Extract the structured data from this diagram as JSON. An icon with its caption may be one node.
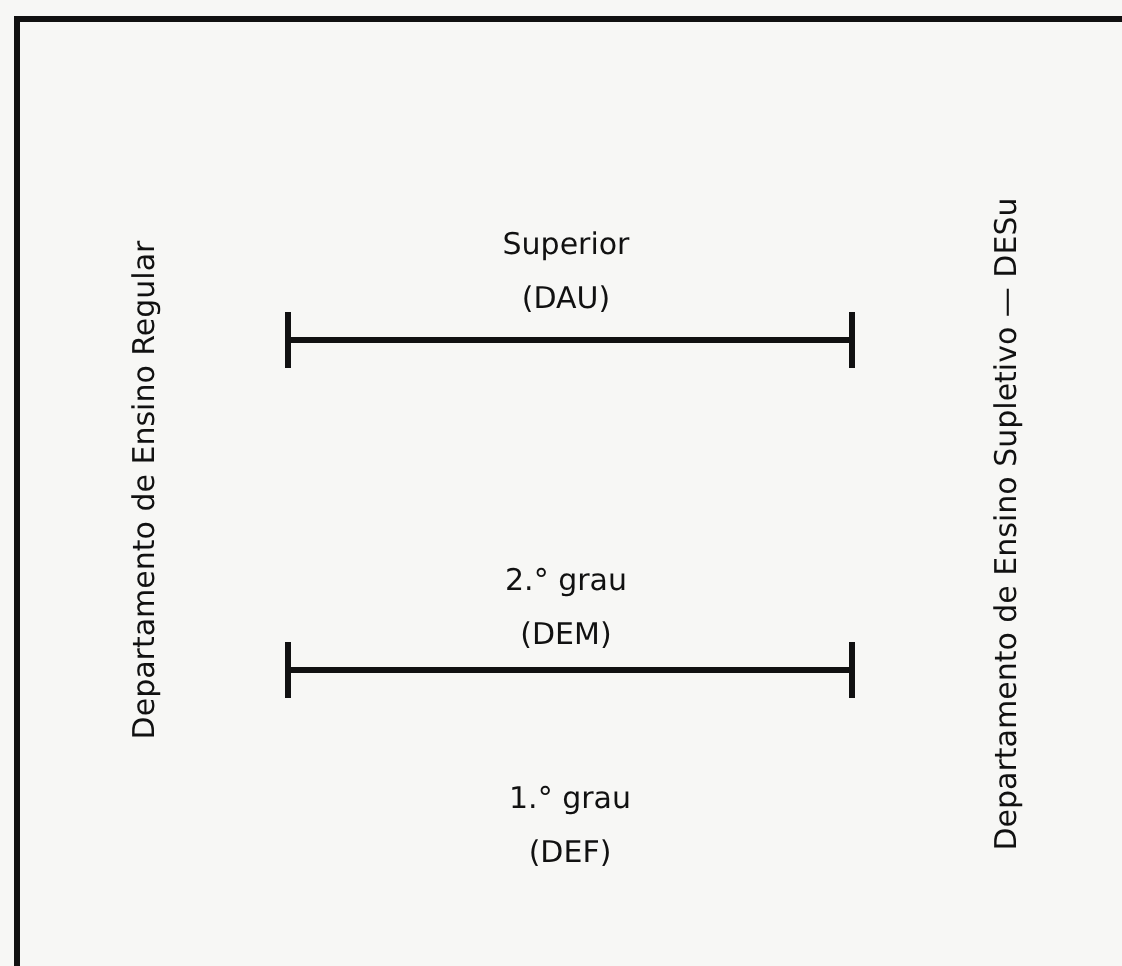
{
  "diagram": {
    "labels": [
      "Departamento de Ensino Regular",
      "Superior (DAU)",
      "2.° grau (DEM)",
      "1.° grau (DEF)",
      "Departamento de Ensino Supletivo — DESu"
    ]
  }
}
